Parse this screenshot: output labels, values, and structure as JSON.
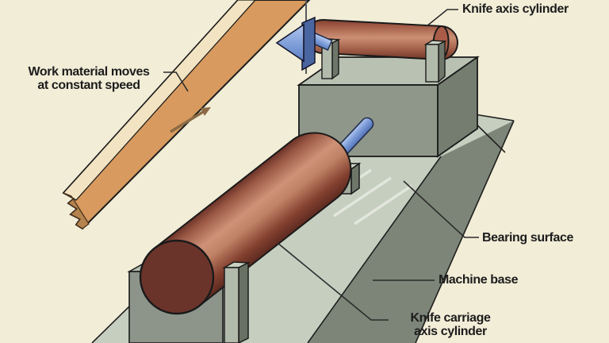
{
  "diagram": {
    "labels": {
      "work_material": {
        "line1": "Work material moves",
        "line2": "at constant speed"
      },
      "knife_axis_cylinder": "Knife axis cylinder",
      "bearing_surface": "Bearing surface",
      "machine_base": "Machine base",
      "knife_carriage": {
        "line1": "Knife carriage",
        "line2": "axis cylinder"
      }
    },
    "colors": {
      "background": "#f2edd7",
      "wood": "#d89a5e",
      "wood_edge": "#f2e4c2",
      "cylinder_red": "#9a5844",
      "cylinder_face": "#6b342b",
      "actuator_blue": "#7b9bd8",
      "machine_gray_front": "#8f978a",
      "machine_gray_top": "#b9c1b2",
      "bearing_gray": "#c6cec0",
      "base_side_gray": "#7d8578"
    }
  }
}
